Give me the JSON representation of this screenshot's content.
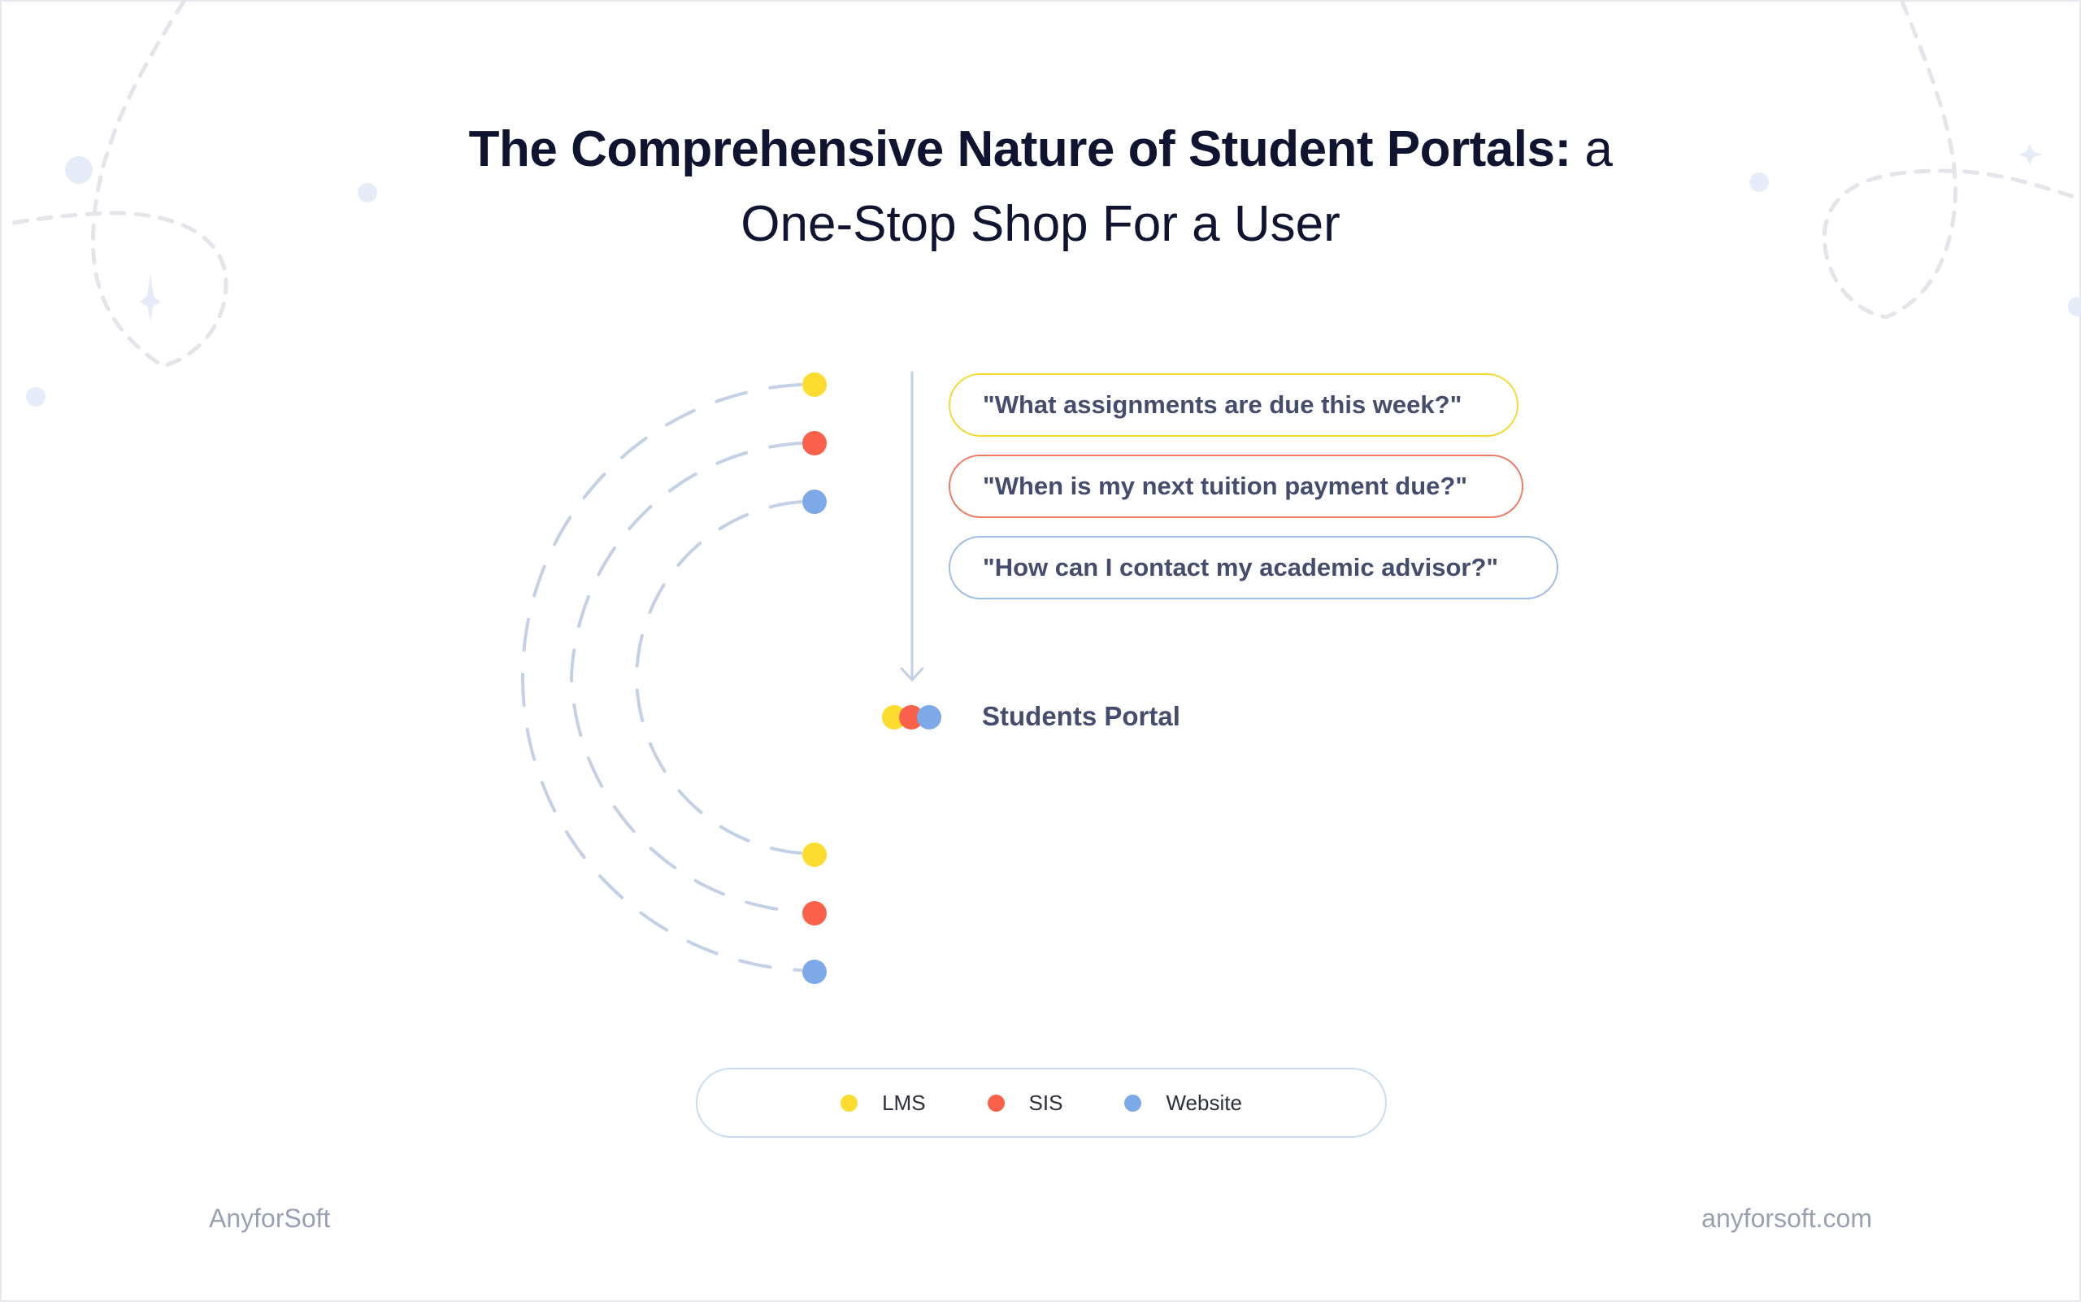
{
  "title": {
    "line1_bold": "The Comprehensive Nature of Student Portals:",
    "line1_light": " a",
    "line2": "One-Stop Shop For a User"
  },
  "questions": [
    {
      "text": "\"What assignments are due this week?\"",
      "source": "LMS",
      "color": "#f5d930"
    },
    {
      "text": "\"When is my next tuition payment due?\"",
      "source": "SIS",
      "color": "#ef7a62"
    },
    {
      "text": "\"How can I contact my academic advisor?\"",
      "source": "Website",
      "color": "#9dbde6"
    }
  ],
  "portal": {
    "label": "Students Portal"
  },
  "legend": [
    {
      "label": "LMS",
      "color": "#fcdc2e"
    },
    {
      "label": "SIS",
      "color": "#fb614a"
    },
    {
      "label": "Website",
      "color": "#7ea9e8"
    }
  ],
  "footer": {
    "brand": "AnyforSoft",
    "url": "anyforsoft.com"
  },
  "colors": {
    "title": "#0f1530",
    "body_text": "#454d6e",
    "connector": "#c3d1e6",
    "decoration": "#e4e6ea",
    "decoration_dot": "#e5ecf8"
  }
}
